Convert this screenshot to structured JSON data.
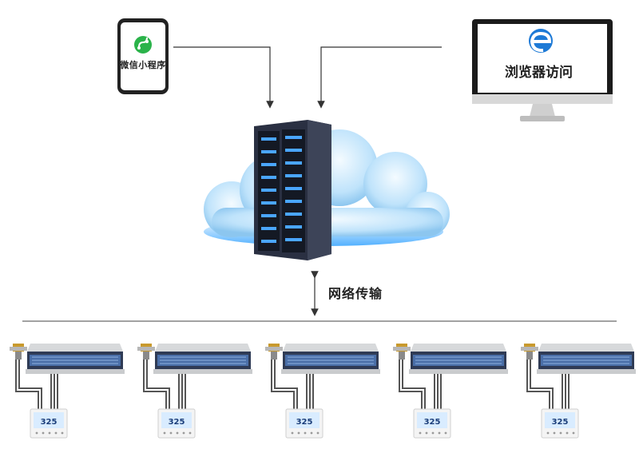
{
  "client_apps": {
    "mini_program_label": "微信小程序",
    "browser_label": "浏览器访问"
  },
  "server": {
    "network_label": "网络传输"
  },
  "terminals": {
    "count": 5,
    "thermostat_display": "325"
  },
  "colors": {
    "wechat_green": "#2bb34a",
    "edge_blue": "#1e7ad6",
    "cloud_blue": "#9ecff2",
    "glow_blue": "#3fa8ff",
    "server_dark": "#1c2130",
    "unit_gray": "#c9cbcd",
    "coil_blue": "#4a6fa8",
    "pipe_gray": "#555555",
    "thermostat_screen": "#d9ecff"
  },
  "icons": [
    "wechat-mini-program-icon",
    "edge-browser-icon"
  ]
}
